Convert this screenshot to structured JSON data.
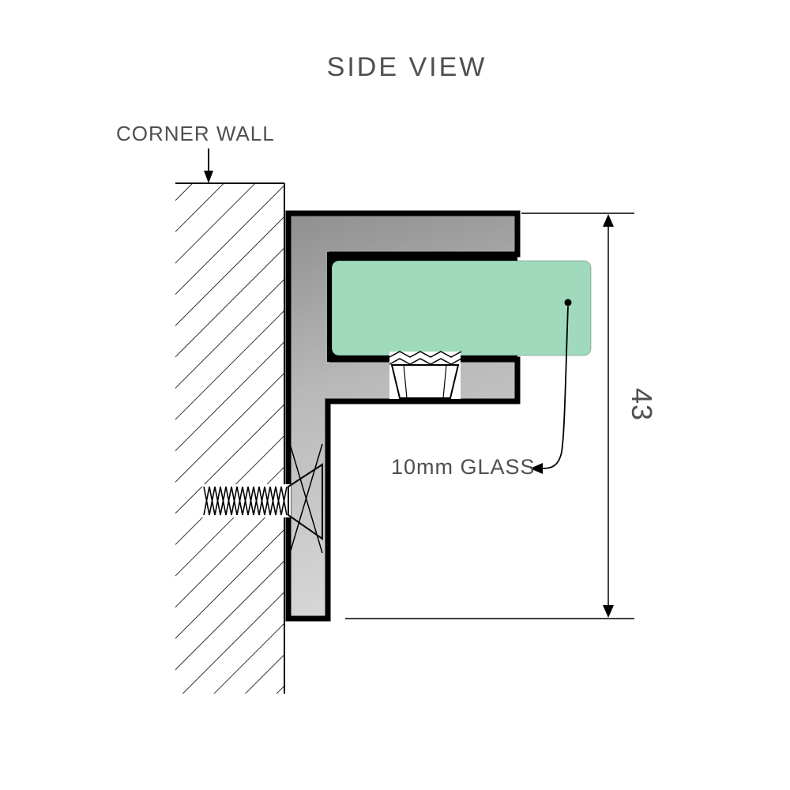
{
  "title": "SIDE VIEW",
  "labels": {
    "corner_wall": "CORNER WALL",
    "glass": "10mm GLASS",
    "dimension": "43"
  },
  "colors": {
    "text": "#4f4f4f",
    "line": "#000000",
    "glass": "#9fdabc",
    "metal_dark": "#8f8f8f",
    "metal_light": "#d7d7d7"
  }
}
